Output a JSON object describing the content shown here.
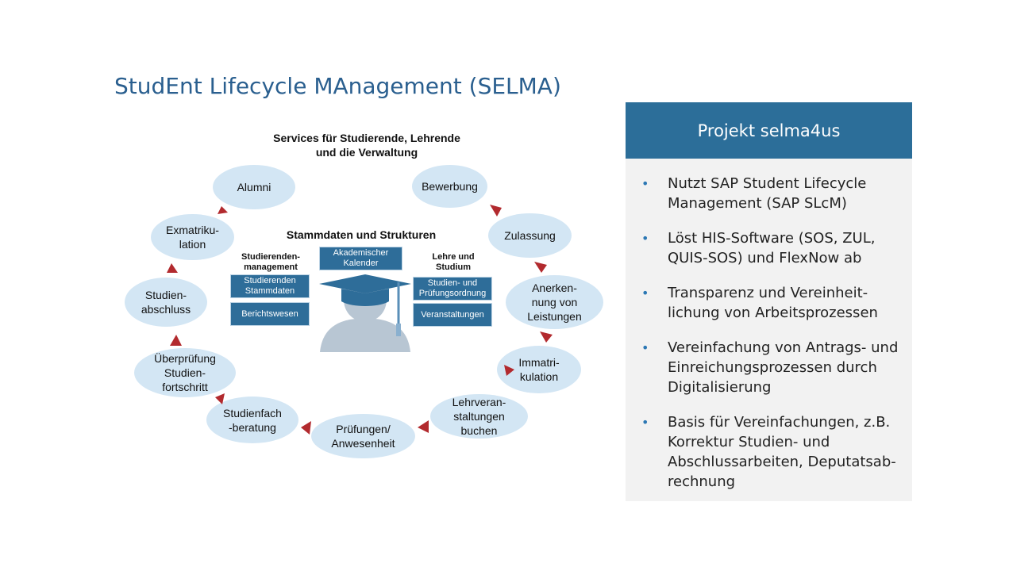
{
  "slide": {
    "title": "StudEnt Lifecycle MAnagement (SELMA)"
  },
  "diagram": {
    "services_title": "Services für Studierende, Lehrende\nund die Verwaltung",
    "core_title": "Stammdaten und Strukturen",
    "lifecycle_steps": [
      "Bewerbung",
      "Zulassung",
      "Anerken-\nnung von\nLeistungen",
      "Immatri-\nkulation",
      "Lehrveran-\nstaltungen\nbuchen",
      "Prüfungen/\nAnwesenheit",
      "Studienfach\n-beratung",
      "Überprüfung\nStudien-\nfortschritt",
      "Studien-\nabschluss",
      "Exmatriku-\nlation",
      "Alumni"
    ],
    "student_mgmt_label": "Studierenden-\nmanagement",
    "student_boxes": [
      "Studierenden\nStammdaten",
      "Berichtswesen"
    ],
    "calendar_box": "Akademischer\nKalender",
    "teaching_label": "Lehre und\nStudium",
    "teaching_boxes": [
      "Studien- und\nPrüfungsordnung",
      "Veranstaltungen"
    ],
    "colors": {
      "bubble": "#d3e6f4",
      "box": "#2e6d99",
      "arrow": "#b22a2e",
      "figure": "#b8c6d3",
      "cap": "#2e6d99"
    }
  },
  "panel": {
    "header": "Projekt selma4us",
    "bullet_glyph": "•",
    "bullets": [
      "Nutzt SAP Student Lifecycle\nManagement (SAP SLcM)",
      "Löst HIS-Software (SOS, ZUL,\nQUIS-SOS) und FlexNow ab",
      "Transparenz und Vereinheit-\nlichung  von Arbeitsprozessen",
      "Vereinfachung von Antrags- und\nEinreichungsprozessen durch\nDigitalisierung",
      "Basis für Vereinfachungen, z.B.\nKorrektur Studien- und\nAbschlussarbeiten, Deputatsab-\nrechnung"
    ]
  }
}
